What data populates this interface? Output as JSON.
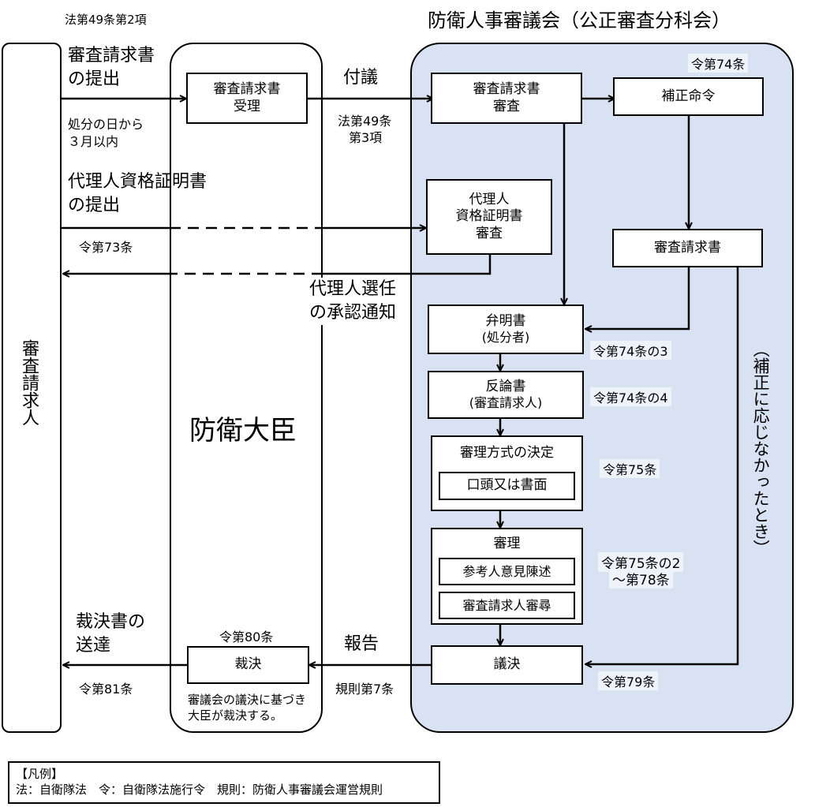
{
  "header": {
    "law_ref_top": "法第49条第2項",
    "council_title": "防衛人事審議会（公正審査分科会）"
  },
  "lanes": {
    "requester": "審査請求人",
    "minister": "防衛大臣"
  },
  "labels": {
    "submit_request": [
      "審査請求書",
      "の提出"
    ],
    "within_3_months": [
      "処分の日から",
      "３月以内"
    ],
    "submit_agent_cert": [
      "代理人資格証明書",
      "の提出"
    ],
    "rei73": "令第73条",
    "agent_approval": [
      "代理人選任",
      "の承認通知"
    ],
    "fugi": "付議",
    "law49_3": [
      "法第49条",
      "第3項"
    ],
    "rei74": "令第74条",
    "not_complied": "（補正に応じなかったとき）",
    "rei74_3": "令第74条の3",
    "rei74_4": "令第74条の4",
    "rei75": "令第75条",
    "rei75_2": [
      "令第75条の2",
      "～第78条"
    ],
    "rei79": "令第79条",
    "rei80": "令第80条",
    "report": "報告",
    "rule7": "規則第7条",
    "delivery": [
      "裁決書の",
      "送達"
    ],
    "rei81": "令第81条",
    "decision_note": [
      "審議会の議決に基づき",
      "大臣が裁決する。"
    ]
  },
  "boxes": {
    "accept": [
      "審査請求書",
      "受理"
    ],
    "review": [
      "審査請求書",
      "審査"
    ],
    "correction_order": "補正命令",
    "agent_review": [
      "代理人",
      "資格証明書",
      "審査"
    ],
    "request_doc": "審査請求書",
    "explanation": [
      "弁明書",
      "(処分者)"
    ],
    "rebuttal": [
      "反論書",
      "(審査請求人)"
    ],
    "method_decision": "審理方式の決定",
    "oral_or_written": "口頭又は書面",
    "hearing": "審理",
    "witness_opinion": "参考人意見陳述",
    "requester_inquiry": "審査請求人審尋",
    "resolution": "議決",
    "judgment": "裁決"
  },
  "legend": {
    "title": "【凡例】",
    "body": "法：自衛隊法　令：自衛隊法施行令　規則：防衛人事審議会運営規則"
  }
}
